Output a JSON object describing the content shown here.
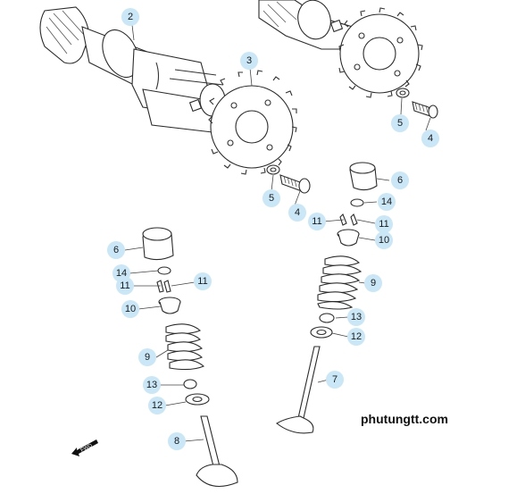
{
  "callouts": {
    "c2": "2",
    "c3": "3",
    "c4a": "4",
    "c4b": "4",
    "c5a": "5",
    "c5b": "5",
    "c6a": "6",
    "c6b": "6",
    "c14a": "14",
    "c14b": "14",
    "c11a": "11",
    "c11b": "11",
    "c11c": "11",
    "c11d": "11",
    "c10a": "10",
    "c10b": "10",
    "c9a": "9",
    "c9b": "9",
    "c13a": "13",
    "c13b": "13",
    "c12a": "12",
    "c12b": "12",
    "c7": "7",
    "c8": "8"
  },
  "watermark": "phutungtt.com",
  "forward_arrow_label": "FWD",
  "colors": {
    "callout_fill": "#c9e7f6",
    "line": "#2b2b2b",
    "background": "#ffffff"
  }
}
